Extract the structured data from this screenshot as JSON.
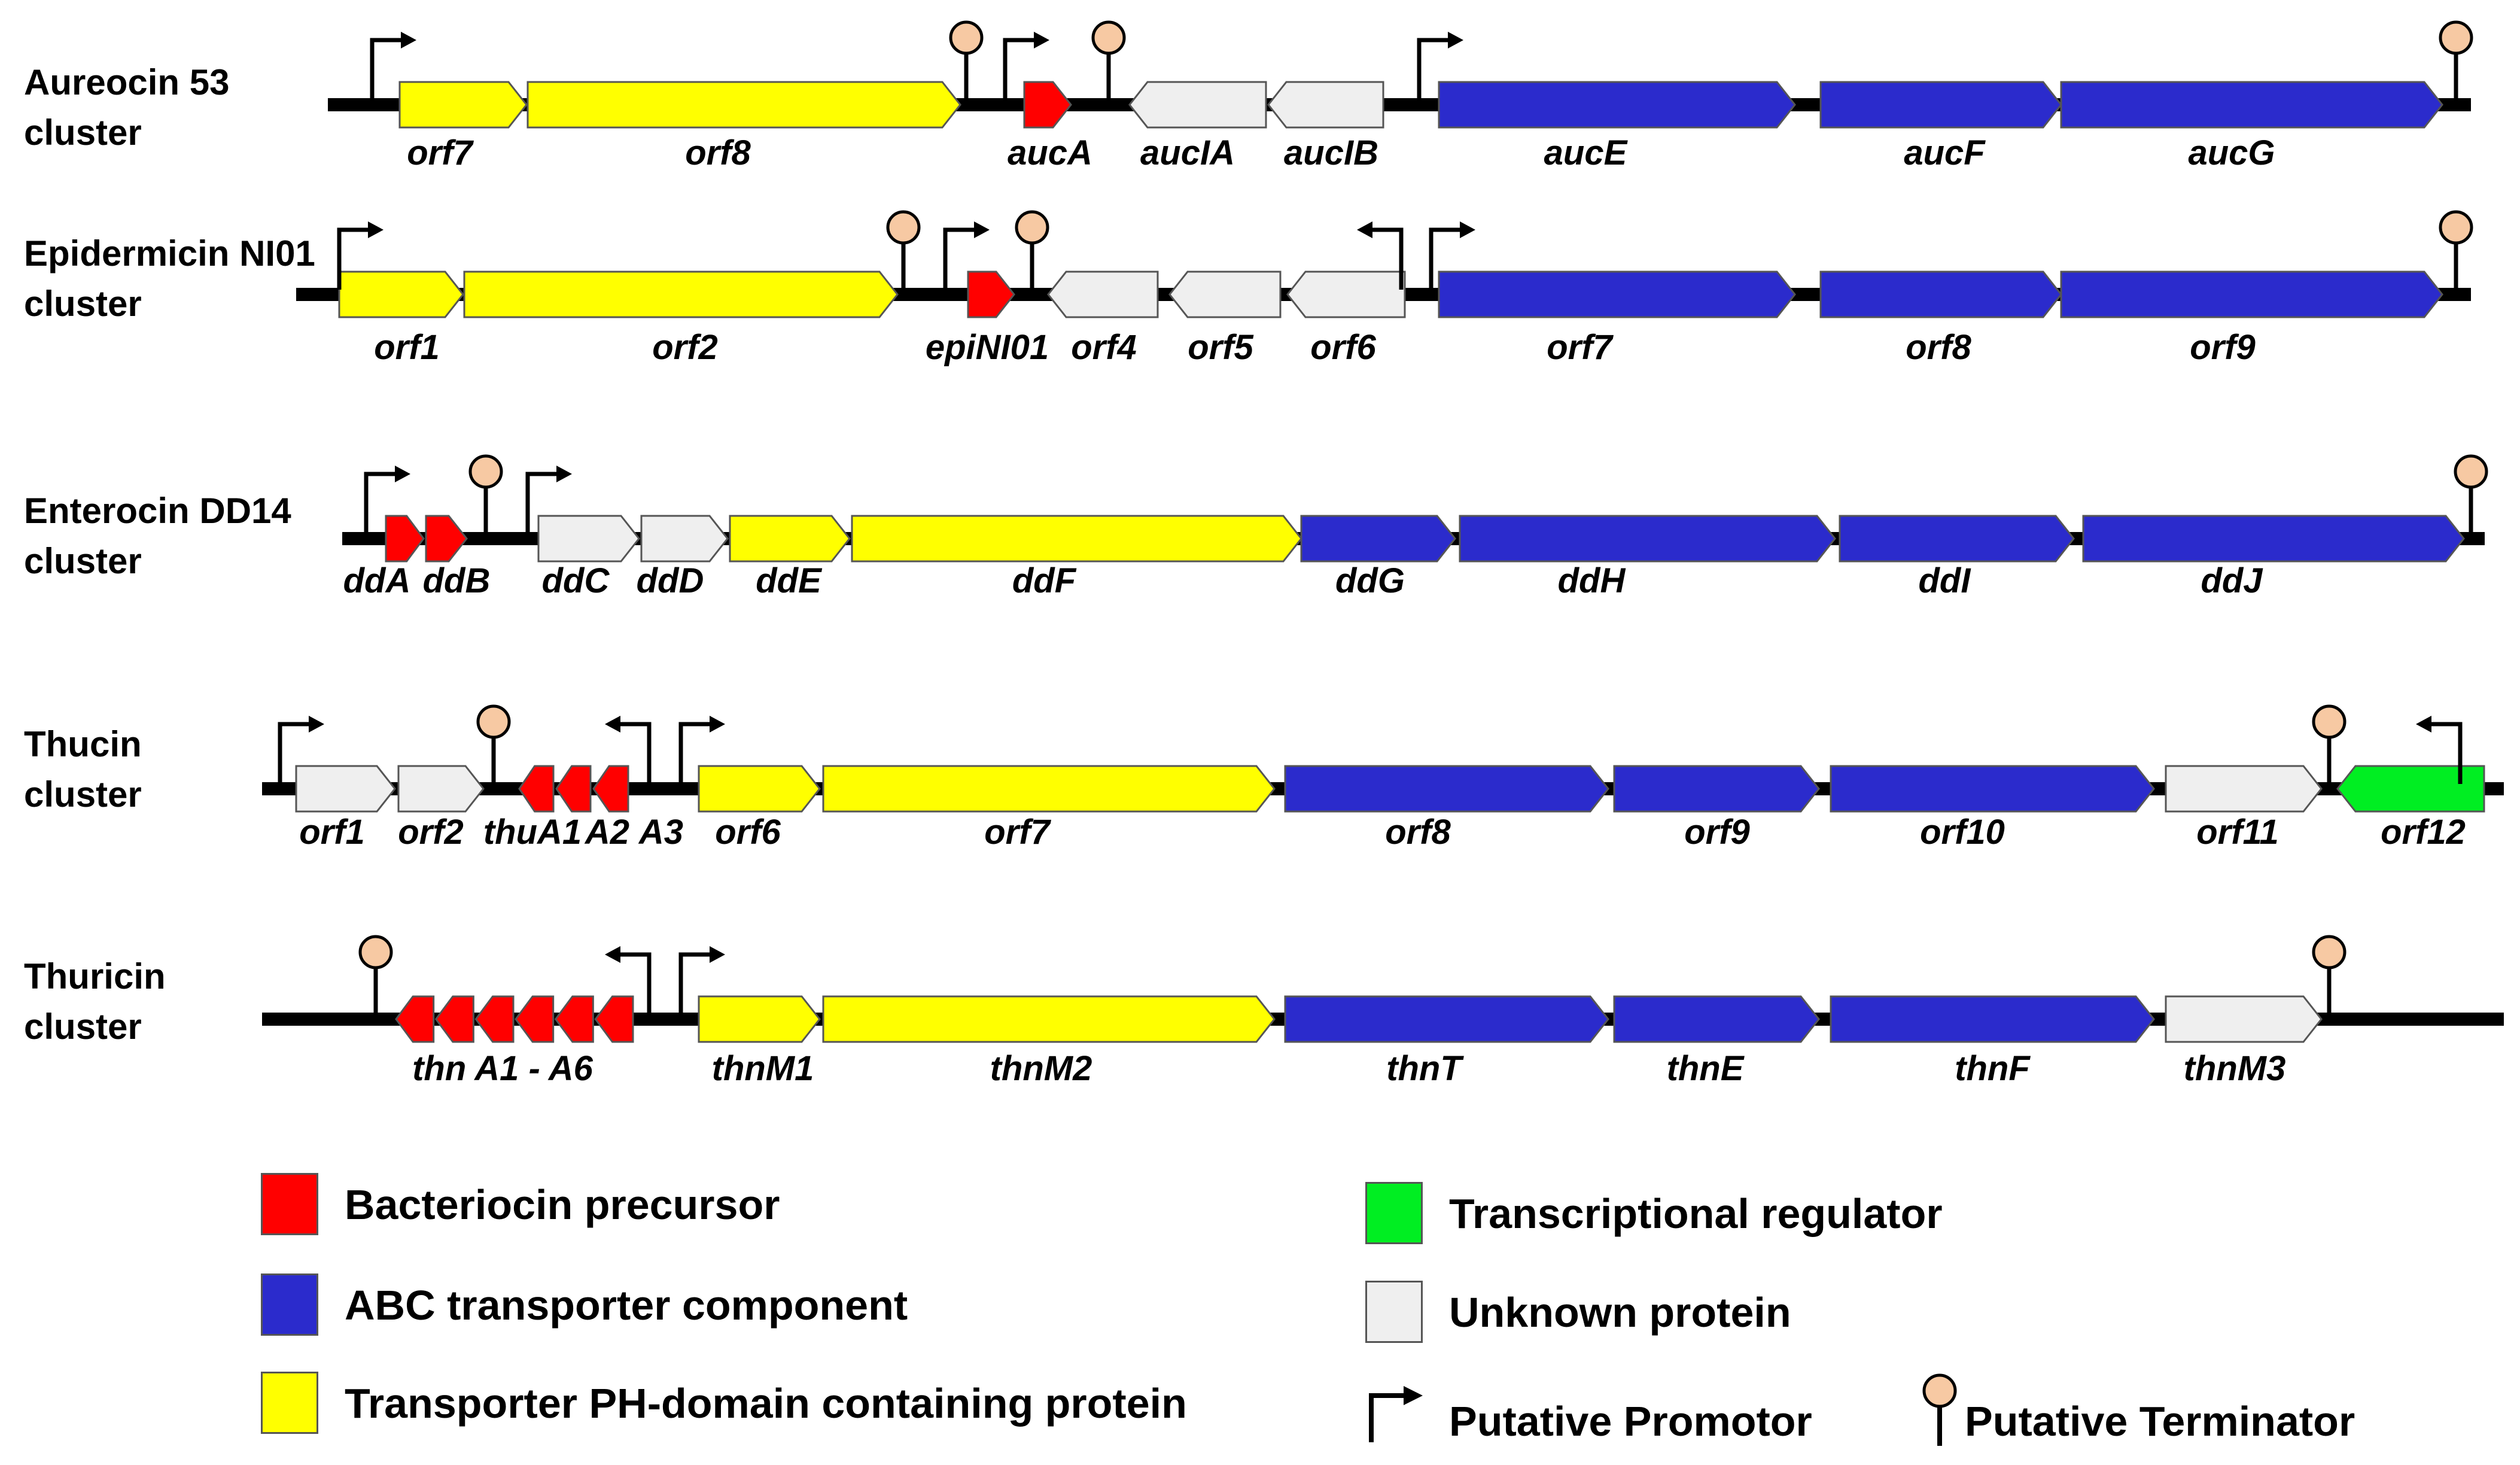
{
  "colors": {
    "bacteriocin": "#ff0000",
    "abc": "#2b2bcc",
    "transporter": "#ffff00",
    "regulator": "#00ee22",
    "unknown": "#efefef",
    "terminator_head": "#f7c9a3"
  },
  "clusters": [
    {
      "id": "aureocin",
      "name_line1": "Aureocin 53",
      "name_line2": "cluster",
      "genes": [
        {
          "label": "orf7",
          "type": "transporter",
          "dir": "fwd"
        },
        {
          "label": "orf8",
          "type": "transporter",
          "dir": "fwd"
        },
        {
          "label": "aucA",
          "type": "bacteriocin",
          "dir": "fwd"
        },
        {
          "label": "aucIA",
          "type": "unknown",
          "dir": "rev"
        },
        {
          "label": "aucIB",
          "type": "unknown",
          "dir": "rev"
        },
        {
          "label": "aucE",
          "type": "abc",
          "dir": "fwd"
        },
        {
          "label": "aucF",
          "type": "abc",
          "dir": "fwd"
        },
        {
          "label": "aucG",
          "type": "abc",
          "dir": "fwd"
        }
      ]
    },
    {
      "id": "epidermicin",
      "name_line1": "Epidermicin NI01",
      "name_line2": "cluster",
      "genes": [
        {
          "label": "orf1",
          "type": "transporter",
          "dir": "fwd"
        },
        {
          "label": "orf2",
          "type": "transporter",
          "dir": "fwd"
        },
        {
          "label": "epiNI01",
          "type": "bacteriocin",
          "dir": "fwd"
        },
        {
          "label": "orf4",
          "type": "unknown",
          "dir": "rev"
        },
        {
          "label": "orf5",
          "type": "unknown",
          "dir": "rev"
        },
        {
          "label": "orf6",
          "type": "unknown",
          "dir": "rev"
        },
        {
          "label": "orf7",
          "type": "abc",
          "dir": "fwd"
        },
        {
          "label": "orf8",
          "type": "abc",
          "dir": "fwd"
        },
        {
          "label": "orf9",
          "type": "abc",
          "dir": "fwd"
        }
      ]
    },
    {
      "id": "enterocin",
      "name_line1": "Enterocin DD14",
      "name_line2": "cluster",
      "genes": [
        {
          "label": "ddA",
          "type": "bacteriocin",
          "dir": "fwd"
        },
        {
          "label": "ddB",
          "type": "bacteriocin",
          "dir": "fwd"
        },
        {
          "label": "ddC",
          "type": "unknown",
          "dir": "fwd"
        },
        {
          "label": "ddD",
          "type": "unknown",
          "dir": "fwd"
        },
        {
          "label": "ddE",
          "type": "transporter",
          "dir": "fwd"
        },
        {
          "label": "ddF",
          "type": "transporter",
          "dir": "fwd"
        },
        {
          "label": "ddG",
          "type": "abc",
          "dir": "fwd"
        },
        {
          "label": "ddH",
          "type": "abc",
          "dir": "fwd"
        },
        {
          "label": "ddI",
          "type": "abc",
          "dir": "fwd"
        },
        {
          "label": "ddJ",
          "type": "abc",
          "dir": "fwd"
        }
      ]
    },
    {
      "id": "thucin",
      "name_line1": "Thucin",
      "name_line2": "cluster",
      "genes": [
        {
          "label": "orf1",
          "type": "unknown",
          "dir": "fwd"
        },
        {
          "label": "orf2",
          "type": "unknown",
          "dir": "fwd"
        },
        {
          "label": "thuA1",
          "type": "bacteriocin",
          "dir": "rev"
        },
        {
          "label": "A2",
          "type": "bacteriocin",
          "dir": "rev"
        },
        {
          "label": "A3",
          "type": "bacteriocin",
          "dir": "rev"
        },
        {
          "label": "orf6",
          "type": "transporter",
          "dir": "fwd"
        },
        {
          "label": "orf7",
          "type": "transporter",
          "dir": "fwd"
        },
        {
          "label": "orf8",
          "type": "abc",
          "dir": "fwd"
        },
        {
          "label": "orf9",
          "type": "abc",
          "dir": "fwd"
        },
        {
          "label": "orf10",
          "type": "abc",
          "dir": "fwd"
        },
        {
          "label": "orf11",
          "type": "unknown",
          "dir": "fwd"
        },
        {
          "label": "orf12",
          "type": "regulator",
          "dir": "rev"
        }
      ]
    },
    {
      "id": "thuricin",
      "name_line1": "Thuricin",
      "name_line2": "cluster",
      "genes": [
        {
          "label": "thn A1 - A6",
          "type": "bacteriocin",
          "dir": "rev",
          "count": 6
        },
        {
          "label": "thnM1",
          "type": "transporter",
          "dir": "fwd"
        },
        {
          "label": "thnM2",
          "type": "transporter",
          "dir": "fwd"
        },
        {
          "label": "thnT",
          "type": "abc",
          "dir": "fwd"
        },
        {
          "label": "thnE",
          "type": "abc",
          "dir": "fwd"
        },
        {
          "label": "thnF",
          "type": "abc",
          "dir": "fwd"
        },
        {
          "label": "thnM3",
          "type": "unknown",
          "dir": "fwd"
        }
      ]
    }
  ],
  "legend": {
    "bacteriocin": "Bacteriocin precursor",
    "abc": "ABC transporter component",
    "transporter": "Transporter PH-domain containing protein",
    "regulator": "Transcriptional regulator",
    "unknown": "Unknown protein",
    "promoter": "Putative Promotor",
    "terminator": "Putative Terminator"
  }
}
